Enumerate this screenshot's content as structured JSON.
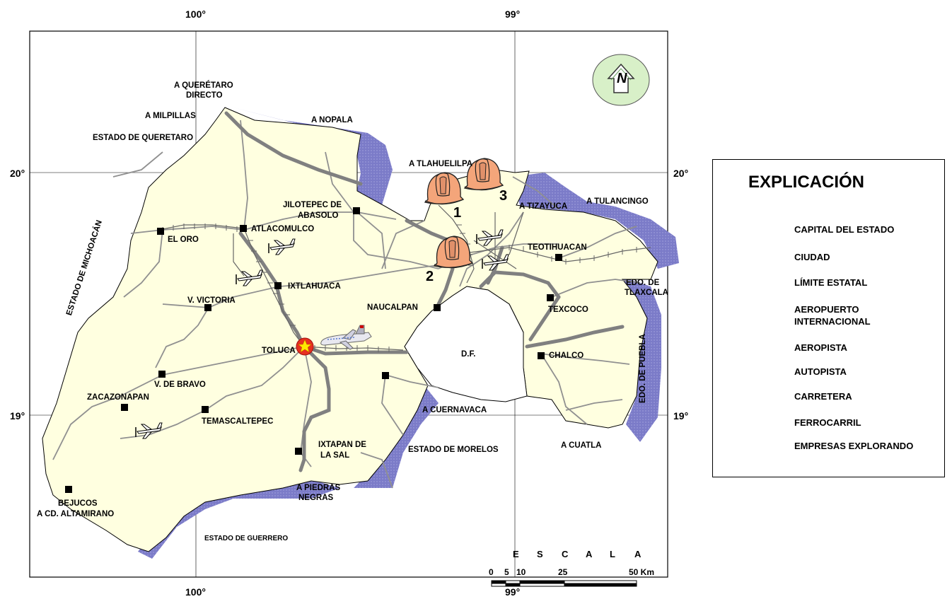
{
  "coordinates": {
    "top_lon_left": "100°",
    "top_lon_right": "99°",
    "bottom_lon_left": "100°",
    "bottom_lon_right": "99°",
    "lat_20_left": "20°",
    "lat_20_right": "20°",
    "lat_19_left": "19°",
    "lat_19_right": "19°"
  },
  "places": {
    "a_queretaro": "A QUERÉTARO",
    "directo": "DIRECTO",
    "a_milpillas": "A MILPILLAS",
    "estado_queretaro": "ESTADO DE QUERETARO",
    "a_nopala": "A NOPALA",
    "a_tlahuelilpa": "A TLAHUELILPA",
    "a_tizayuca": "A TIZAYUCA",
    "a_tulancingo": "A TULANCINGO",
    "estado_michoacan": "ESTADO DE MICHOACÁN",
    "jilotepec": "JILOTEPEC DE",
    "abasolo": "ABASOLO",
    "atlacomulco": "ATLACOMULCO",
    "el_oro": "EL ORO",
    "ixtlahuaca": "IXTLAHUACA",
    "v_victoria": "V. VICTORIA",
    "naucalpan": "NAUCALPAN",
    "teotihuacan": "TEOTIHUACAN",
    "texcoco": "TEXCOCO",
    "edo_tlaxcala_1": "EDO. DE",
    "edo_tlaxcala_2": "TLAXCALA",
    "edo_puebla": "EDO. DE PUEBLA",
    "toluca": "TOLUCA",
    "df": "D.F.",
    "chalco": "CHALCO",
    "v_de_bravo": "V. DE BRAVO",
    "zacazonapan": "ZACAZONAPAN",
    "temascaltepec": "TEMASCALTEPEC",
    "a_cuernavaca": "A CUERNAVACA",
    "ixtapan_1": "IXTAPAN DE",
    "ixtapan_2": "LA SAL",
    "estado_morelos": "ESTADO DE MORELOS",
    "a_cuatla": "A CUATLA",
    "a_piedras_1": "A PIEDRAS",
    "a_piedras_2": "NEGRAS",
    "bejucos": "BEJUCOS",
    "a_cd_altamirano": "A CD. ALTAMIRANO",
    "estado_guerrero": "ESTADO DE GUERRERO"
  },
  "mines": [
    "1",
    "2",
    "3"
  ],
  "north": "N",
  "legend": {
    "title": "EXPLICACIÓN",
    "items": [
      {
        "label": "CAPITAL DEL ESTADO",
        "icon": "star-icon"
      },
      {
        "label": "CIUDAD",
        "icon": "square-icon"
      },
      {
        "label": "LÍMITE ESTATAL",
        "icon": "thin-line-icon"
      },
      {
        "label": "AEROPUERTO",
        "label2": "INTERNACIONAL",
        "icon": "airliner-icon"
      },
      {
        "label": "AEROPISTA",
        "icon": "small-plane-icon"
      },
      {
        "label": "AUTOPISTA",
        "icon": "thick-line-icon"
      },
      {
        "label": "CARRETERA",
        "icon": "road-line-icon"
      },
      {
        "label": "FERROCARRIL",
        "icon": "railway-icon"
      },
      {
        "label": "EMPRESAS EXPLORANDO",
        "icon": "helmet-icon"
      }
    ]
  },
  "scale": {
    "title_letters": [
      "E",
      "S",
      "C",
      "A",
      "L",
      "A"
    ],
    "ticks": [
      "0",
      "5",
      "10",
      "25",
      "50 Km"
    ]
  },
  "colors": {
    "land": "#FFFFE0",
    "neighbor_border": "#7B7BC8",
    "highway": "#808080",
    "helmet": "#F4A57A",
    "north_badge": "#D8F0C8"
  }
}
